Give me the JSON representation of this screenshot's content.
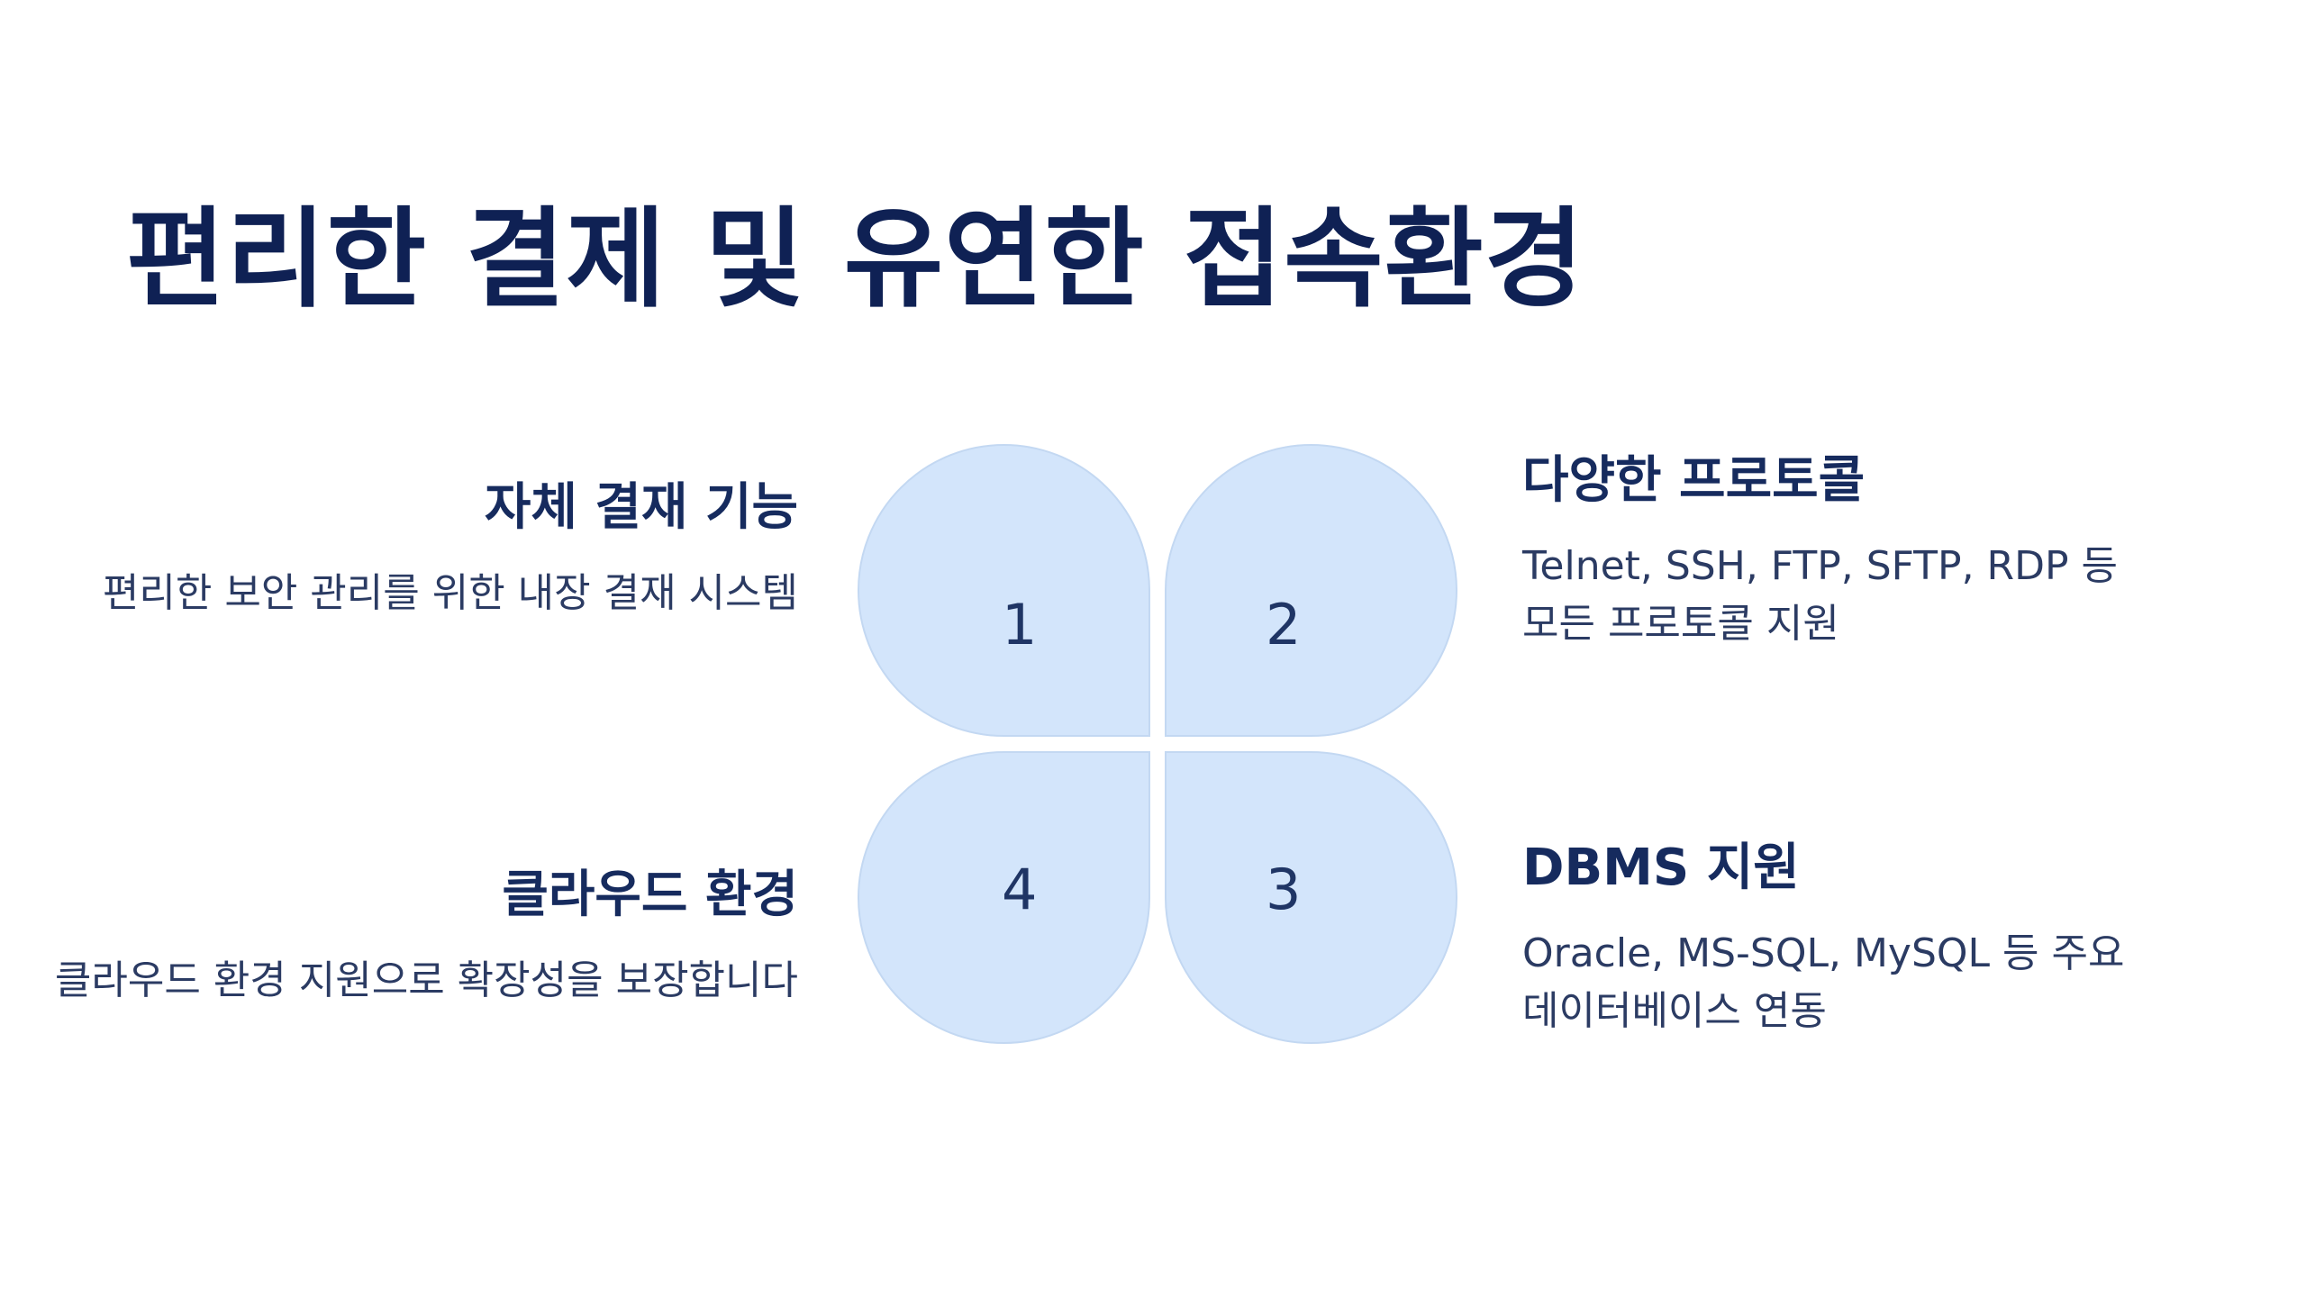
{
  "title": "편리한 결제 및 유연한 접속환경",
  "features": [
    {
      "number": "1",
      "title": "자체 결재 기능",
      "description": "편리한 보안 관리를 위한 내장 결재 시스템"
    },
    {
      "number": "2",
      "title": "다양한 프로토콜",
      "description": "Telnet, SSH, FTP, SFTP, RDP 등\n모든 프로토콜 지원"
    },
    {
      "number": "3",
      "title": "DBMS 지원",
      "description": "Oracle, MS-SQL, MySQL 등 주요\n데이터베이스 연동"
    },
    {
      "number": "4",
      "title": "클라우드 환경",
      "description": "클라우드 환경 지원으로 확장성을 보장합니다"
    }
  ],
  "colors": {
    "title": "#0f2154",
    "text": "#162b5e",
    "petal_fill": "#d3e5fb",
    "background": "#ffffff"
  }
}
